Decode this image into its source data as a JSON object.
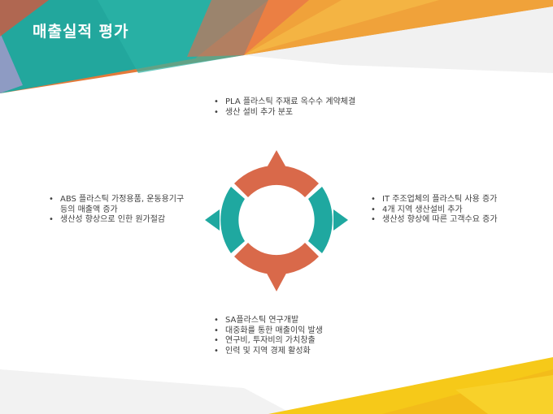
{
  "title": "매출실적 평가",
  "colors": {
    "orange": "#d9694a",
    "teal": "#1fa8a0",
    "yellow": "#f4c414",
    "ring_gap": "#ffffff"
  },
  "top": {
    "items": [
      "PLA 플라스틱 주재료 옥수수 계약체결",
      "생산 설비 추가 분포"
    ]
  },
  "left": {
    "items": [
      "ABS 플라스틱 가정용품, 운동용기구 등의 매출액 증가",
      "생산성 향상으로 인한 원가절감"
    ]
  },
  "right": {
    "items": [
      "IT 주조업체의 플라스틱 사용 증가",
      "4개 지역 생산설비 추가",
      "생산성 향상에 따른 고객수요 증가"
    ]
  },
  "bottom": {
    "items": [
      "SA플라스틱 연구개발",
      "대중화를 통한 매출이익 발생",
      "연구비, 투자비의 가치창출",
      "인력 및 지역 경제 활성화"
    ]
  }
}
